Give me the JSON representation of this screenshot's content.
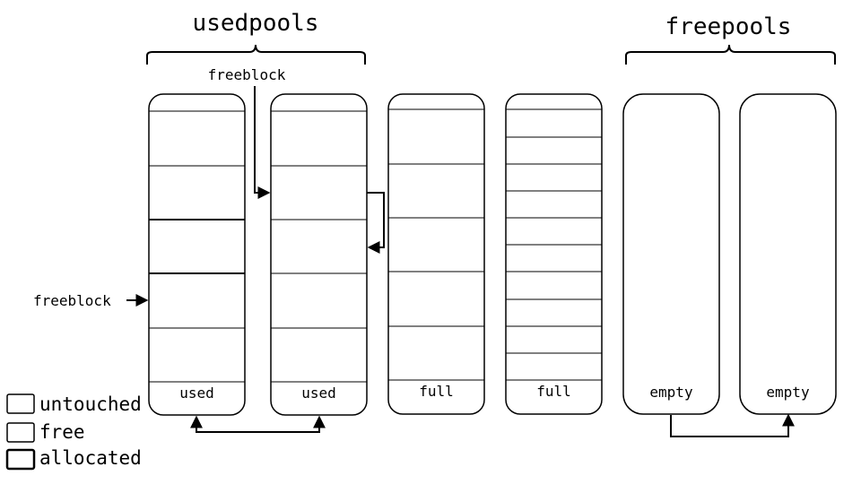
{
  "diagram": {
    "usedpools_label": "usedpools",
    "freepools_label": "freepools",
    "freeblock_top_label": "freeblock",
    "freeblock_left_label": "freeblock",
    "pools": [
      {
        "status": "used"
      },
      {
        "status": "used"
      },
      {
        "status": "full"
      },
      {
        "status": "full"
      },
      {
        "status": "empty"
      },
      {
        "status": "empty"
      }
    ],
    "legend": [
      {
        "label": "untouched"
      },
      {
        "label": "free"
      },
      {
        "label": "allocated"
      }
    ]
  },
  "colors": {
    "stroke": "#000000",
    "background": "#ffffff"
  }
}
